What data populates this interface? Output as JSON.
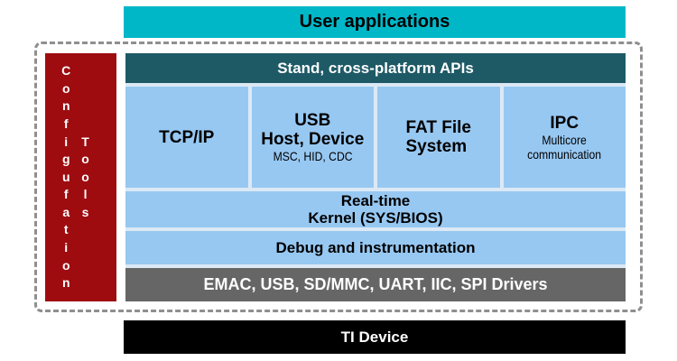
{
  "colors": {
    "cyan": "#00B7C8",
    "dark_teal": "#1E5A66",
    "light_blue": "#97C8F2",
    "dark_red": "#9E0C10",
    "gray": "#666666",
    "black": "#000000",
    "frame_gray": "#8F8F8F",
    "gap_tint": "#DCE9F5"
  },
  "top_bar": {
    "label": "User applications"
  },
  "configuration_tools": {
    "word_vertical_1": "Configufation",
    "word_vertical_2": "Tools"
  },
  "stack": {
    "apis_bar": {
      "label": "Stand, cross-platform APIs"
    },
    "middleware": {
      "tcpip": {
        "title": "TCP/IP"
      },
      "usb": {
        "title": "USB",
        "subtitle": "Host, Device",
        "detail": "MSC, HID, CDC"
      },
      "fat": {
        "title_line1": "FAT File",
        "title_line2": "System"
      },
      "ipc": {
        "title": "IPC",
        "detail_line1": "Multicore",
        "detail_line2": "communication"
      }
    },
    "kernel_bar": {
      "line1": "Real-time",
      "line2": "Kernel (SYS/BIOS)"
    },
    "debug_bar": {
      "label": "Debug and instrumentation"
    },
    "drivers_bar": {
      "label": "EMAC, USB, SD/MMC, UART, IIC, SPI Drivers"
    }
  },
  "bottom_bar": {
    "label": "TI Device"
  }
}
